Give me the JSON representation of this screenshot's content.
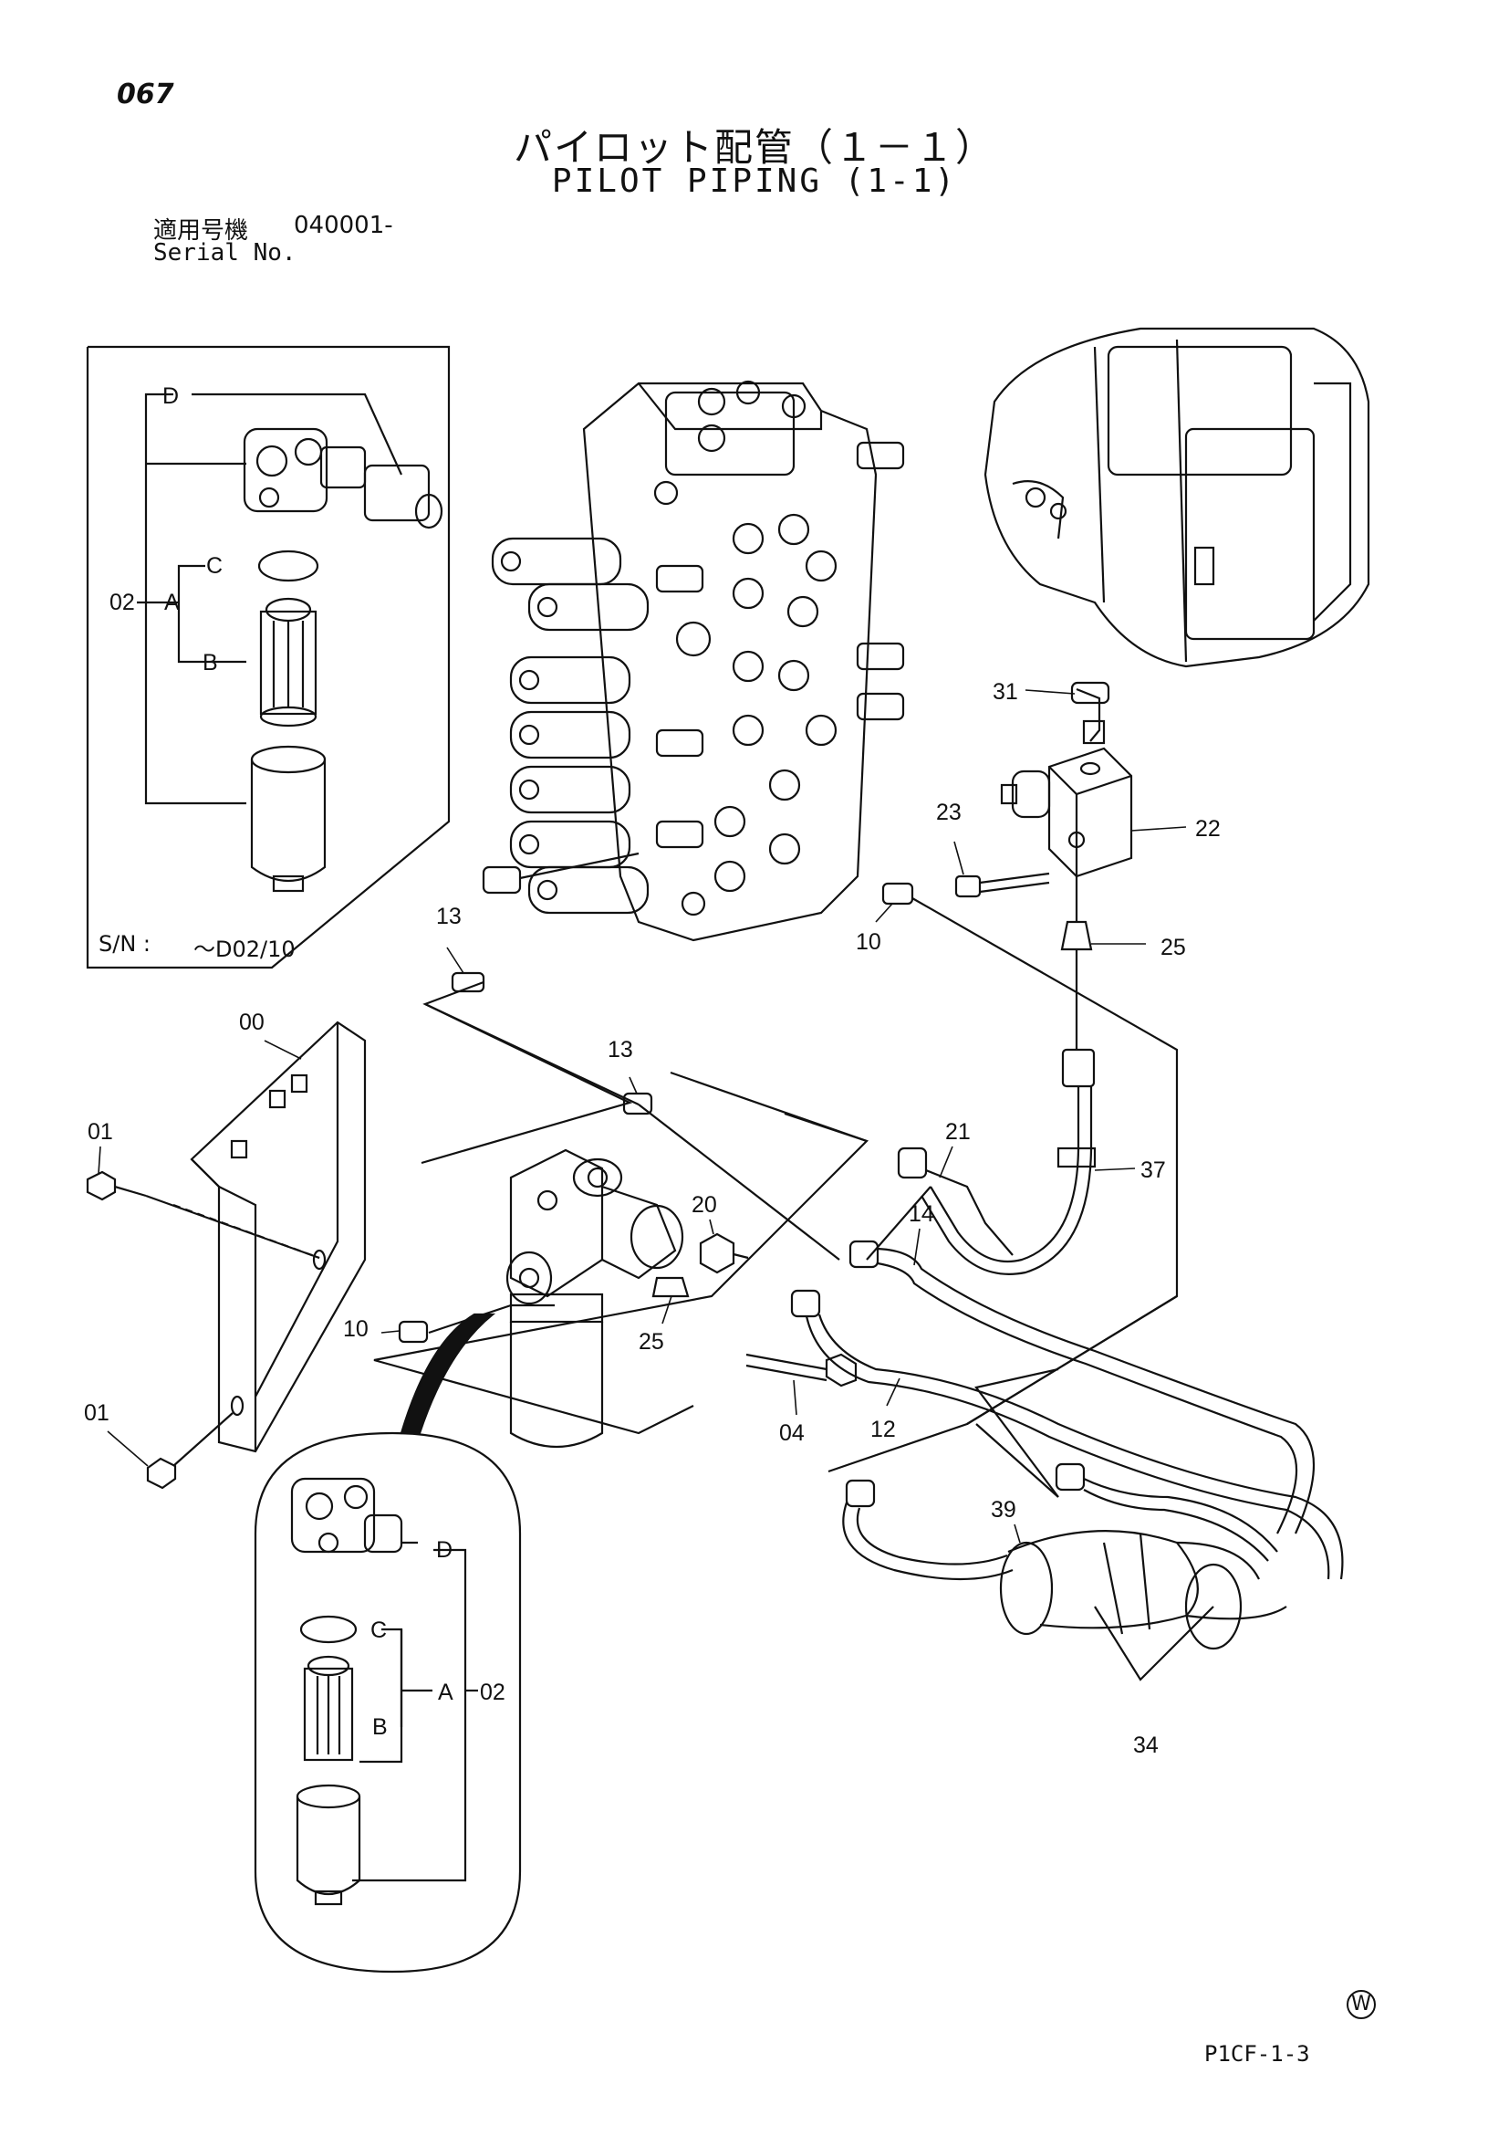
{
  "page": {
    "number": "067",
    "title_jp": "パイロット配管（１－１）",
    "title_en": "PILOT PIPING (1-1)",
    "serial_jp": "適用号機",
    "serial_value": "040001-",
    "serial_en": "Serial No.",
    "inset_sn_label": "S/N :",
    "inset_sn_value": "～D02/10",
    "mark": "W",
    "sheet_code": "P1CF-1-3"
  },
  "callouts": {
    "c067_13a": "13",
    "c067_13b": "13",
    "c067_10a": "10",
    "c067_10b": "10",
    "c067_31": "31",
    "c067_23": "23",
    "c067_22": "22",
    "c067_25a": "25",
    "c067_25b": "25",
    "c067_00": "00",
    "c067_01a": "01",
    "c067_01b": "01",
    "c067_20": "20",
    "c067_21": "21",
    "c067_37": "37",
    "c067_14": "14",
    "c067_12": "12",
    "c067_04": "04",
    "c067_39": "39",
    "c067_34": "34"
  },
  "inset_top": {
    "D": "D",
    "C": "C",
    "A": "A",
    "B": "B",
    "item": "02"
  },
  "inset_bottom": {
    "D": "D",
    "C": "C",
    "A": "A",
    "B": "B",
    "item": "02"
  }
}
